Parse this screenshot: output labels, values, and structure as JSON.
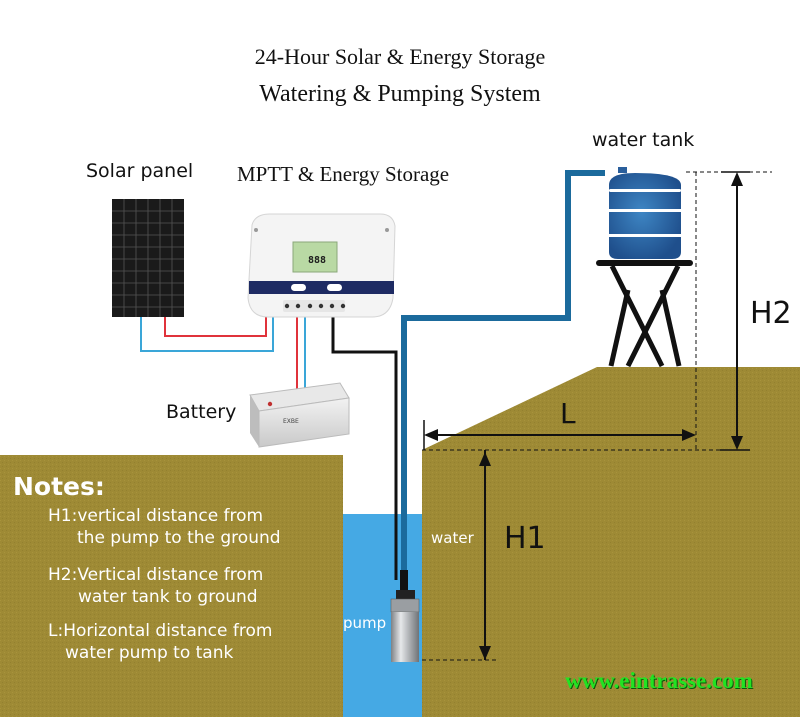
{
  "title": {
    "line1": "24-Hour Solar & Energy Storage",
    "line2": "Watering & Pumping System"
  },
  "components": {
    "solar_panel": "Solar panel",
    "controller": "MPTT & Energy Storage",
    "water_tank": "water tank",
    "battery": "Battery",
    "water": "water",
    "pump": "pump"
  },
  "dimensions": {
    "h1": "H1",
    "h2": "H2",
    "l": "L"
  },
  "notes": {
    "heading": "Notes:",
    "items": [
      {
        "line1": "H1:vertical distance from",
        "line2": "the pump to the ground"
      },
      {
        "line1": "H2:Vertical distance from",
        "line2": "water tank to ground"
      },
      {
        "line1": "L:Horizontal distance from",
        "line2": "water pump to tank"
      }
    ]
  },
  "watermark": "www.eintrasse.com",
  "colors": {
    "ground": "#9e8a35",
    "water": "#45a9e4",
    "pipe": "#1b6a9c",
    "tank": "#2f6aa8",
    "wire_red": "#e0333b",
    "wire_blue": "#3aa6d8",
    "wire_black": "#111111",
    "watermark": "#22e322"
  }
}
